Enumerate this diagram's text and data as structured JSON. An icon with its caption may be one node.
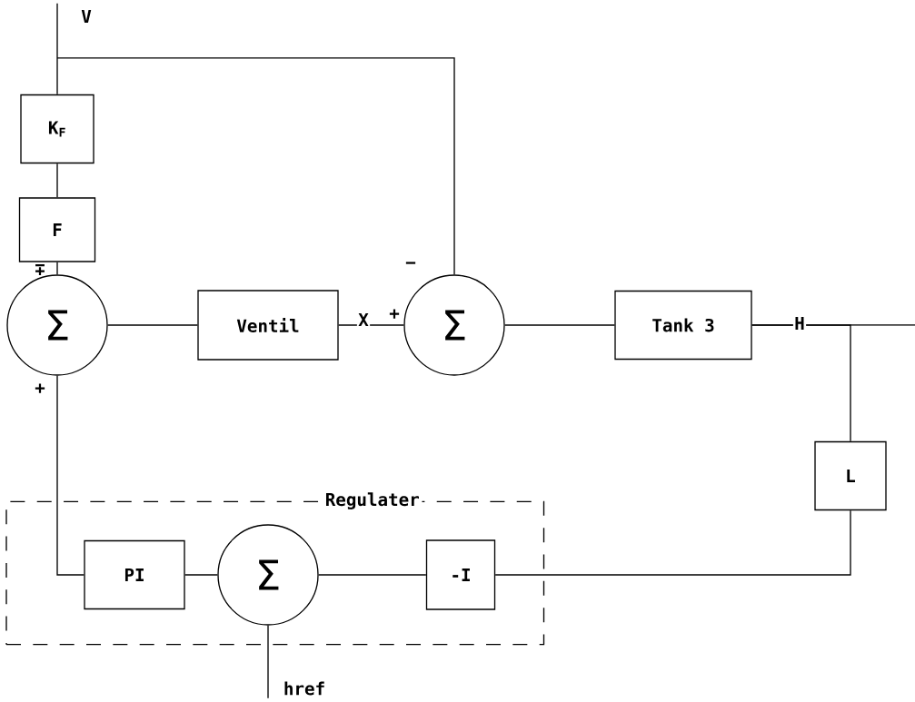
{
  "diagram": {
    "nodes": [
      {
        "text": [
          "K$_{F}$"
        ]
      },
      {
        "text": [
          "F"
        ]
      },
      {
        "text": [
          "Σ"
        ]
      },
      {
        "text": [
          "Ventil"
        ]
      },
      {
        "text": [
          "Σ"
        ]
      },
      {
        "text": [
          "Tank 3"
        ]
      },
      {
        "text": [
          "L"
        ]
      },
      {
        "text": [
          "Regulater"
        ]
      },
      {
        "text": [
          "PI"
        ],
        "in": 7
      },
      {
        "text": [
          "Σ"
        ],
        "in": 7
      },
      {
        "text": [
          "-I"
        ],
        "in": 7
      }
    ],
    "edges": [
      {
        "from": null,
        "to": 0,
        "arrow": "none"
      },
      {
        "from": null,
        "to": 4,
        "arrow": "none"
      },
      {
        "from": 0,
        "to": 1,
        "arrow": "none"
      },
      {
        "from": 1,
        "to": 2,
        "arrow": "none"
      },
      {
        "from": 2,
        "to": 3,
        "arrow": "none"
      },
      {
        "from": 3,
        "to": 4,
        "arrow": "none",
        "label": "X"
      },
      {
        "from": 4,
        "to": 5,
        "arrow": "none"
      },
      {
        "from": 5,
        "to": null,
        "arrow": "none",
        "label": "H"
      },
      {
        "from": 5,
        "to": 6,
        "arrow": "none"
      },
      {
        "from": 6,
        "to": 10,
        "arrow": "none"
      },
      {
        "from": 10,
        "to": 9,
        "arrow": "none"
      },
      {
        "from": 9,
        "to": 8,
        "arrow": "none"
      },
      {
        "from": 8,
        "to": 2,
        "arrow": "none"
      },
      {
        "from": null,
        "to": 9,
        "arrow": "none"
      }
    ],
    "labels": [
      "V",
      "∓",
      "−",
      "+",
      "+",
      "href"
    ]
  }
}
